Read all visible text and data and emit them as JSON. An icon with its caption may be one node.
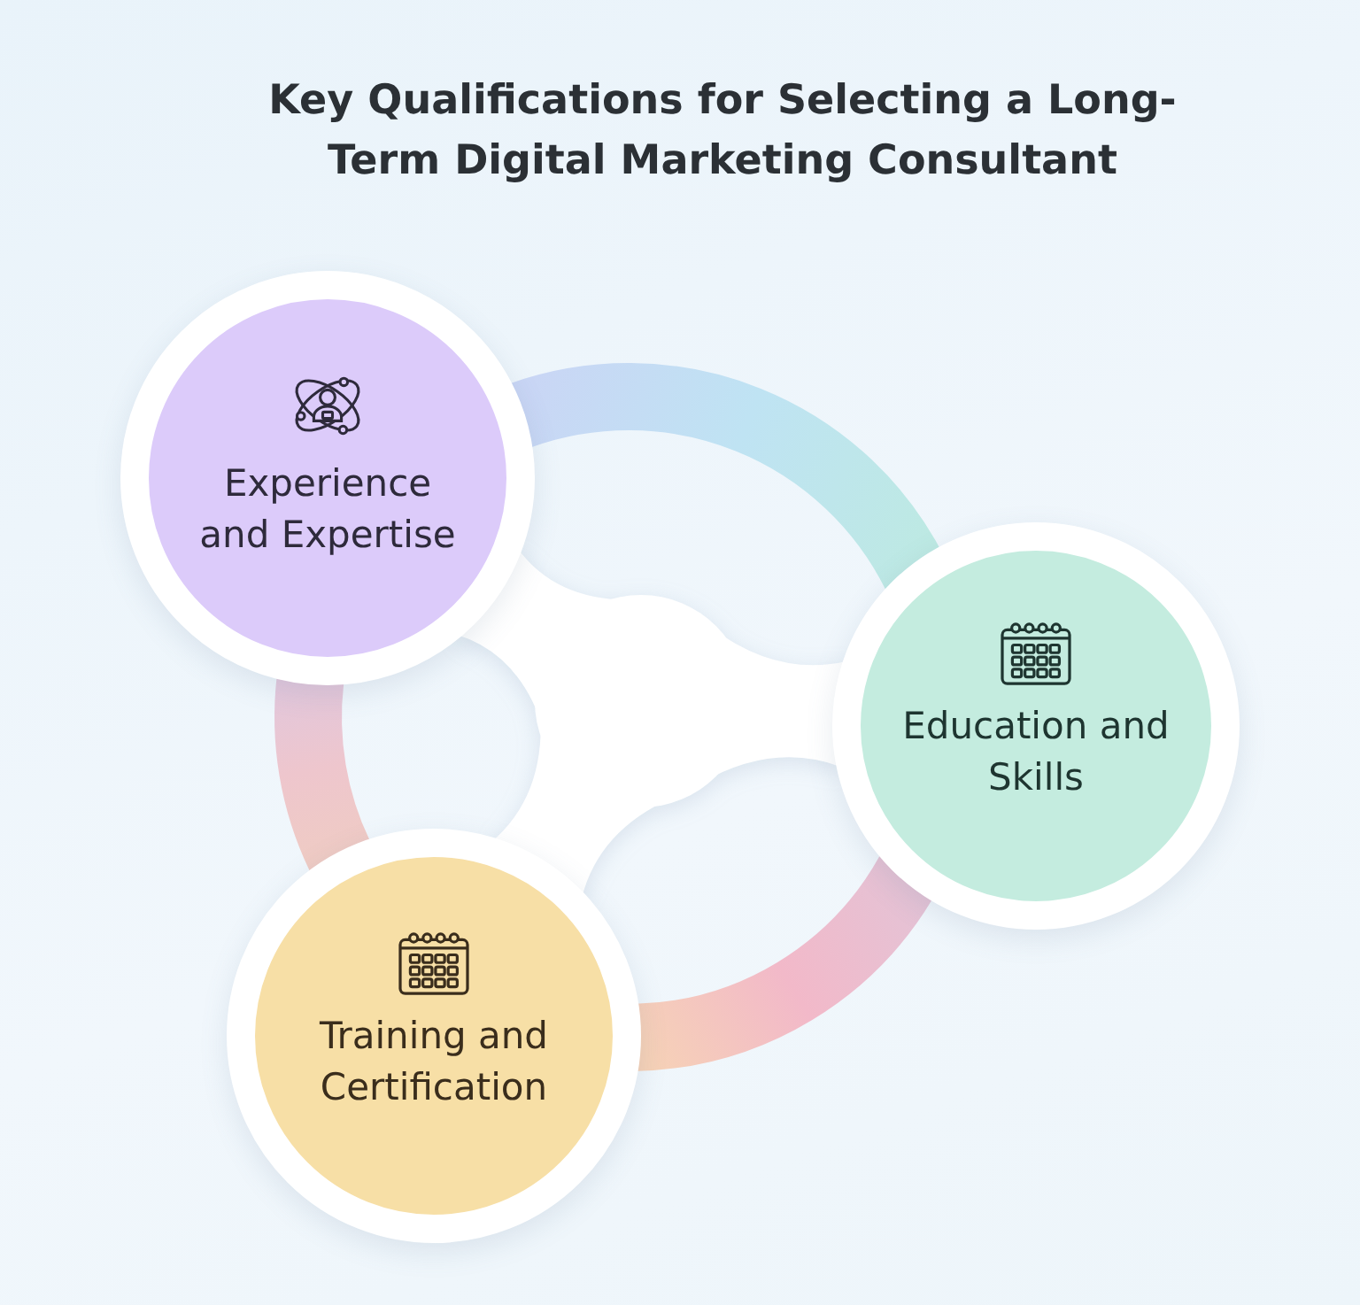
{
  "diagram": {
    "title": "Key Qualifications for Selecting a Long-Term Digital Marketing Consultant",
    "nodes": [
      {
        "text": [
          "Experience and Expertise"
        ]
      },
      {
        "text": [
          "Education and Skills"
        ]
      },
      {
        "text": [
          "Training and Certification"
        ]
      }
    ],
    "edges": [
      {
        "from": 0,
        "to": 1,
        "arrow": "none"
      },
      {
        "from": 1,
        "to": 2,
        "arrow": "none"
      },
      {
        "from": 2,
        "to": 0,
        "arrow": "none"
      }
    ]
  }
}
